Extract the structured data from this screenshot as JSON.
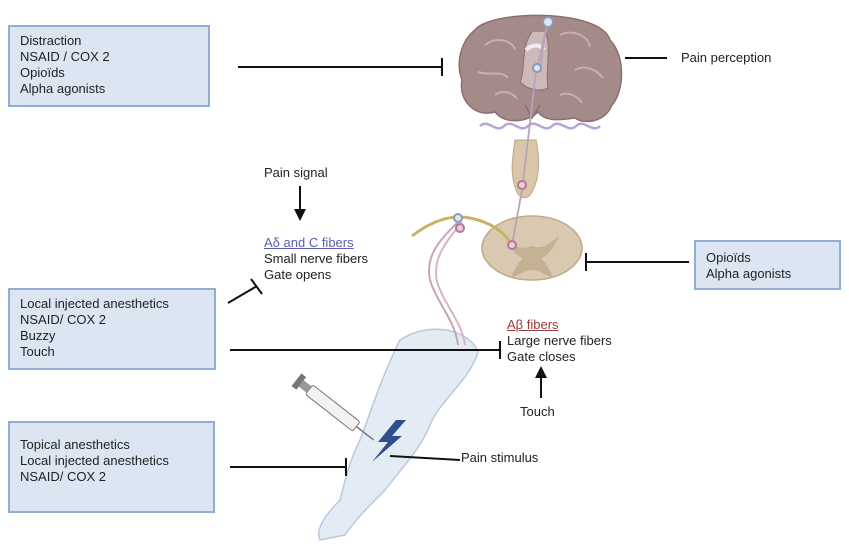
{
  "boxes": {
    "top_left": [
      "Distraction",
      "NSAID / COX 2",
      "Opioïds",
      "Alpha agonists"
    ],
    "middle_left": [
      "Local injected anesthetics",
      "NSAID/ COX 2",
      "Buzzy",
      "Touch"
    ],
    "bottom_left": [
      "Topical anesthetics",
      "Local injected anesthetics",
      "NSAID/ COX 2"
    ],
    "right": [
      "Opioïds",
      "Alpha agonists"
    ]
  },
  "labels": {
    "pain_perception": "Pain perception",
    "pain_signal": "Pain signal",
    "a_delta_c": "Aδ and C fibers",
    "small_fibers": "Small nerve fibers",
    "gate_opens": "Gate opens",
    "a_beta": "Aβ fibers",
    "large_fibers": "Large nerve fibers",
    "gate_closes": "Gate closes",
    "touch": "Touch",
    "pain_stimulus": "Pain stimulus"
  },
  "colors": {
    "box_fill": "#dce6f3",
    "box_border": "#93aed4",
    "brain": "#a58a8a",
    "spinal_cord": "#d9c9b0",
    "arm": "#e3ebf4",
    "nerve": "#c9a3b8",
    "bolt": "#2f4f8a"
  }
}
